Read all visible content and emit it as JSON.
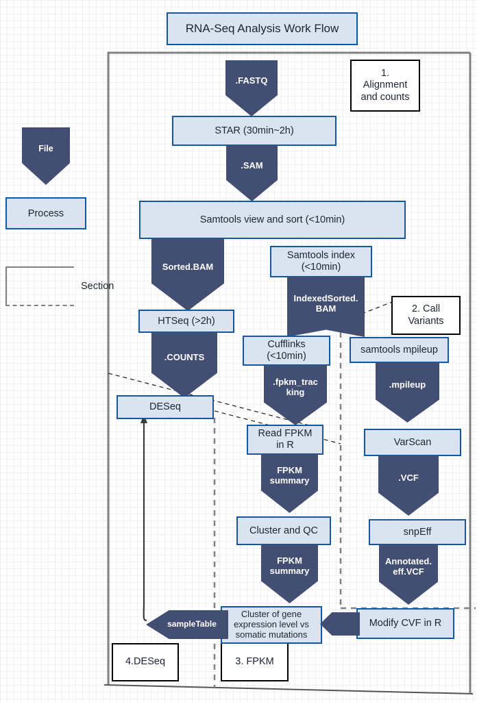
{
  "title": {
    "text": "RNA-Seq Analysis Work Flow"
  },
  "legend": {
    "file_label": "File",
    "process_label": "Process",
    "section_label": "Section"
  },
  "sections": [
    {
      "id": "s1",
      "label": "1.\nAlignment\nand counts",
      "line1": "1.",
      "line2": "Alignment",
      "line3": "and counts"
    },
    {
      "id": "s2",
      "label": "2. Call Variants",
      "line1": "2. Call",
      "line2": "Variants"
    },
    {
      "id": "s3",
      "label": "3. FPKM"
    },
    {
      "id": "s4",
      "label": "4.DESeq"
    }
  ],
  "nodes": {
    "fastq": {
      "label": ".FASTQ",
      "type": "file"
    },
    "star": {
      "label": "STAR (30min~2h)",
      "type": "process"
    },
    "sam": {
      "label": ".SAM",
      "type": "file"
    },
    "samtools_view_sort": {
      "label": "Samtools view and sort (<10min)",
      "type": "process"
    },
    "sorted_bam": {
      "label": "Sorted.BAM",
      "type": "file"
    },
    "samtools_index": {
      "line1": "Samtools index",
      "line2": "(<10min)",
      "type": "process"
    },
    "indexed_sorted_bam": {
      "line1": "IndexedSorted.",
      "line2": "BAM",
      "type": "file"
    },
    "htseq": {
      "label": "HTSeq (>2h)",
      "type": "process"
    },
    "counts": {
      "label": ".COUNTS",
      "type": "file"
    },
    "deseq": {
      "label": "DESeq",
      "type": "process"
    },
    "cufflinks": {
      "line1": "Cufflinks",
      "line2": "(<10min)",
      "type": "process"
    },
    "fpkm_tracking": {
      "line1": ".fpkm_trac",
      "line2": "king",
      "type": "file"
    },
    "read_fpkm": {
      "line1": "Read FPKM",
      "line2": "in R",
      "type": "process"
    },
    "fpkm_summary_1": {
      "line1": "FPKM",
      "line2": "summary",
      "type": "file"
    },
    "cluster_qc": {
      "label": "Cluster and QC",
      "type": "process"
    },
    "fpkm_summary_2": {
      "line1": "FPKM",
      "line2": "summary",
      "type": "file"
    },
    "cluster_gene": {
      "line1": "Cluster of gene",
      "line2": "expression level vs",
      "line3": "somatic mutations",
      "type": "process"
    },
    "sample_table": {
      "label": "sampleTable",
      "type": "file"
    },
    "samtools_mpileup": {
      "label": "samtools mpileup",
      "type": "process"
    },
    "mpileup": {
      "label": ".mpileup",
      "type": "file"
    },
    "varscan": {
      "label": "VarScan",
      "type": "process"
    },
    "vcf": {
      "label": ".VCF",
      "type": "file"
    },
    "snpeff": {
      "label": "snpEff",
      "type": "process"
    },
    "annotated_vcf": {
      "line1": "Annotated.",
      "line2": "eff.VCF",
      "type": "file"
    },
    "modify_cvf": {
      "label": "Modify CVF in R",
      "type": "process"
    }
  },
  "colors": {
    "file_fill": "#434f72",
    "process_fill": "#dce3f0",
    "process_border": "#1258a0",
    "section_border": "#808080",
    "text_dark": "#1a2433",
    "grid_minor": "#f0f0f4",
    "grid_major": "#dcdcf2"
  }
}
